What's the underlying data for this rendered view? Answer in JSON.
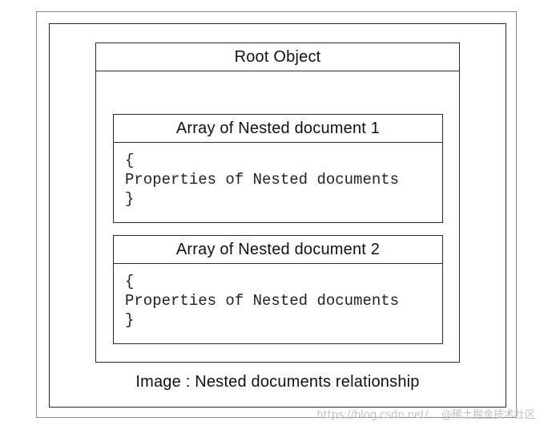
{
  "root": {
    "title": "Root Object"
  },
  "nested": [
    {
      "title": "Array of Nested document 1",
      "open_brace": "{",
      "body": "Properties of Nested documents",
      "close_brace": "}"
    },
    {
      "title": "Array of Nested document 2",
      "open_brace": "{",
      "body": "Properties of Nested documents",
      "close_brace": "}"
    }
  ],
  "caption": "Image : Nested documents relationship",
  "watermark": "https://blog.csdn.net/... @稀土掘金技术社区"
}
